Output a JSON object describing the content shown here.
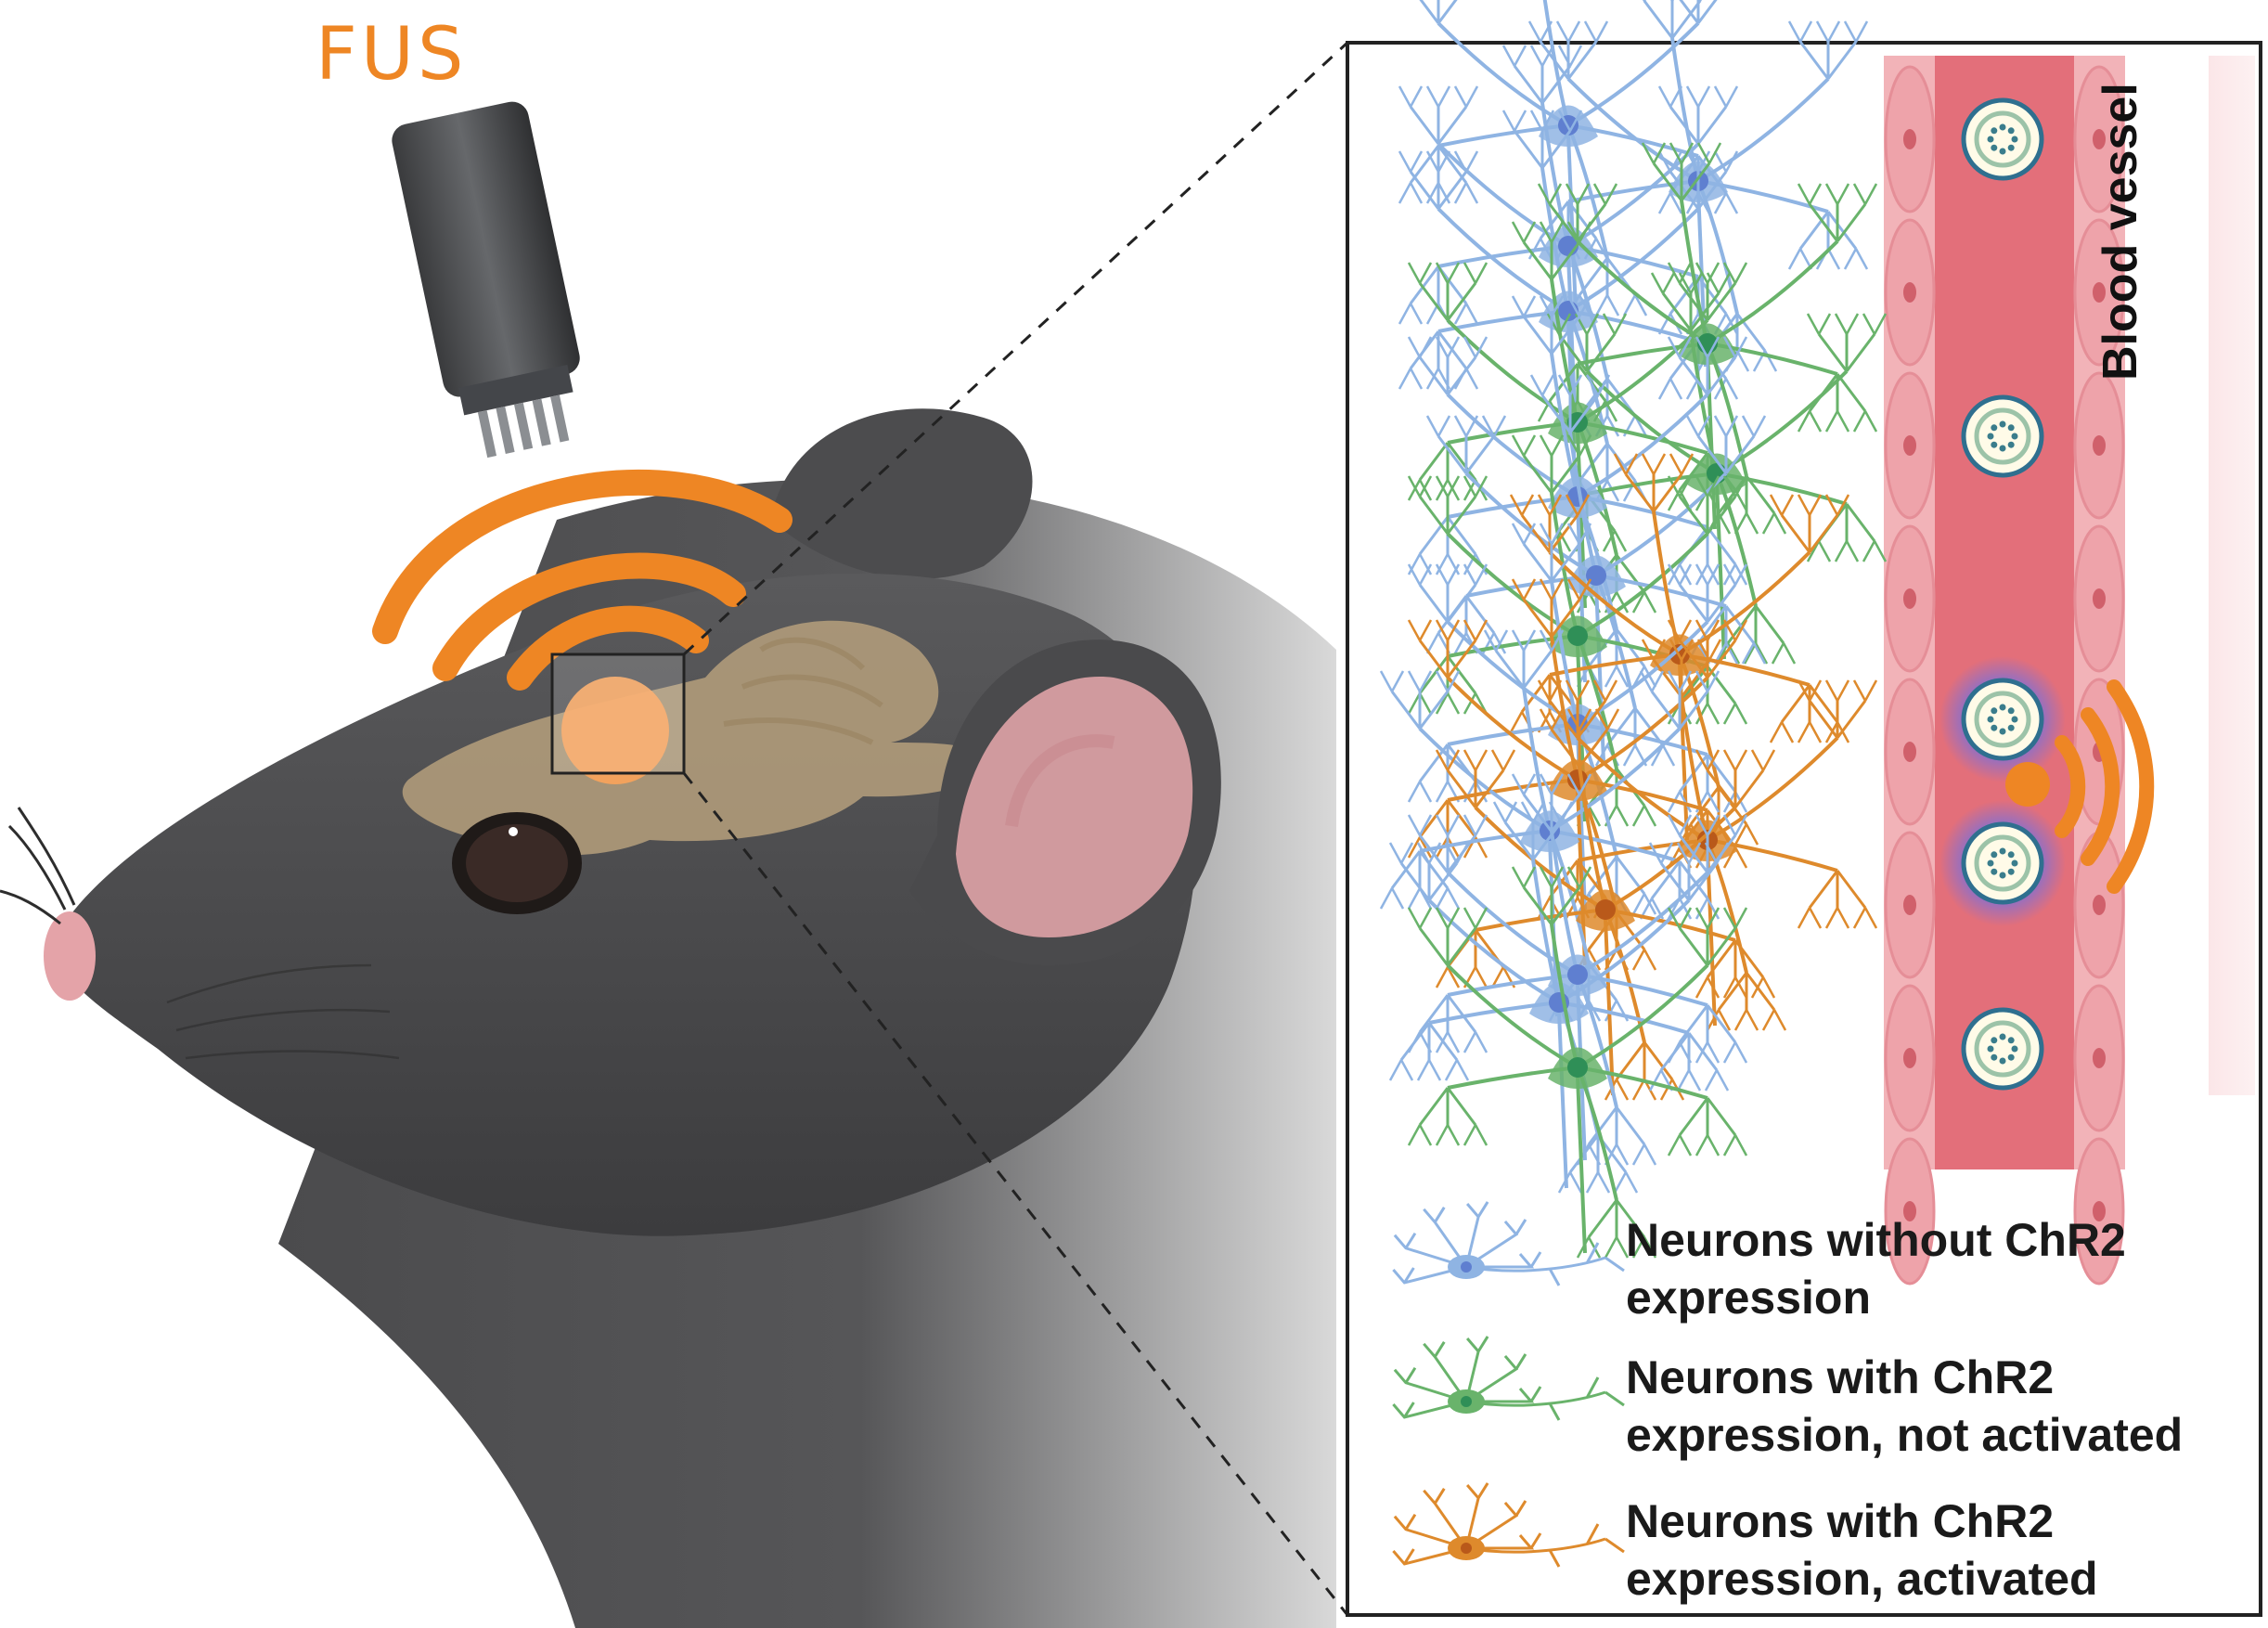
{
  "labels": {
    "fus": "FUS",
    "blood_vessel": "Blood vessel"
  },
  "legend": [
    {
      "line1": "Neurons without ChR2",
      "line2": "expression",
      "color": "#8fb4e3",
      "soma_color": "#5f7fd0"
    },
    {
      "line1": "Neurons with ChR2",
      "line2": "expression, not activated",
      "color": "#69b36b",
      "soma_color": "#2f8f57"
    },
    {
      "line1": "Neurons with ChR2",
      "line2": "expression, activated",
      "color": "#de8a2c",
      "soma_color": "#b9591a"
    }
  ],
  "colors": {
    "accent_orange": "#ee8624",
    "mouse_body": "#4a4a4c",
    "vessel_wall": "#f2b3b8",
    "vessel_lumen": "#e36f7a",
    "brain": "#b9a27e"
  }
}
